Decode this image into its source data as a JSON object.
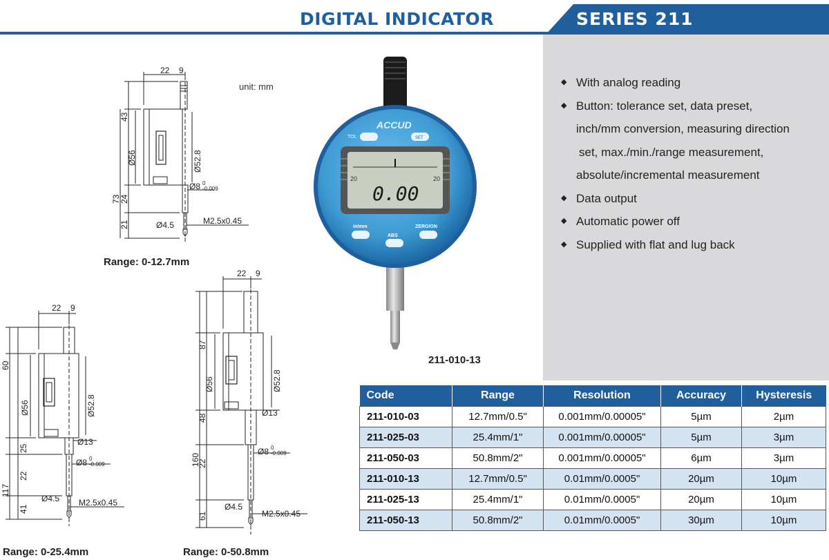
{
  "header": {
    "title": "DIGITAL INDICATOR",
    "series": "SERIES 211"
  },
  "unit_note": "unit: mm",
  "features": [
    {
      "lines": [
        "With analog reading"
      ]
    },
    {
      "lines": [
        "Button: tolerance set, data preset,",
        "inch/mm conversion, measuring direction",
        "set, max./min./range measurement,",
        "absolute/incremental measurement"
      ]
    },
    {
      "lines": [
        "Data output"
      ]
    },
    {
      "lines": [
        "Automatic power off"
      ]
    },
    {
      "lines": [
        "Supplied with flat and lug back"
      ]
    }
  ],
  "product": {
    "model": "211-010-13",
    "brand": "ACCUD",
    "display": "0.00",
    "scale_left": "20",
    "scale_right": "20",
    "buttons": [
      "TOL",
      "SET",
      "in/mm",
      "ABS",
      "ZERO/ON"
    ]
  },
  "drawings": [
    {
      "caption": "Range: 0-12.7mm",
      "dims": [
        "22",
        "9",
        "43",
        "Ø56",
        "Ø52.8",
        "73",
        "24",
        "21",
        "Ø8",
        "0",
        "-0.009",
        "Ø4.5",
        "M2.5x0.45"
      ]
    },
    {
      "caption": "Range: 0-25.4mm",
      "dims": [
        "22",
        "9",
        "60",
        "Ø56",
        "Ø52.8",
        "25",
        "Ø13",
        "117",
        "22",
        "Ø8",
        "0",
        "-0.009",
        "41",
        "Ø4.5",
        "M2.5x0.45"
      ]
    },
    {
      "caption": "Range: 0-50.8mm",
      "dims": [
        "22",
        "9",
        "87",
        "Ø56",
        "Ø52.8",
        "48",
        "Ø13",
        "160",
        "22",
        "Ø8",
        "0",
        "-0.009",
        "61",
        "Ø4.5",
        "M2.5x0.45"
      ]
    }
  ],
  "table": {
    "headers": [
      "Code",
      "Range",
      "Resolution",
      "Accuracy",
      "Hysteresis"
    ],
    "rows": [
      [
        "211-010-03",
        "12.7mm/0.5\"",
        "0.001mm/0.00005\"",
        "5µm",
        "2µm"
      ],
      [
        "211-025-03",
        "25.4mm/1\"",
        "0.001mm/0.00005\"",
        "5µm",
        "3µm"
      ],
      [
        "211-050-03",
        "50.8mm/2\"",
        "0.001mm/0.00005\"",
        "6µm",
        "3µm"
      ],
      [
        "211-010-13",
        "12.7mm/0.5\"",
        "0.01mm/0.0005\"",
        "20µm",
        "10µm"
      ],
      [
        "211-025-13",
        "25.4mm/1\"",
        "0.01mm/0.0005\"",
        "20µm",
        "10µm"
      ],
      [
        "211-050-13",
        "50.8mm/2\"",
        "0.01mm/0.0005\"",
        "30µm",
        "10µm"
      ]
    ]
  },
  "colors": {
    "brand": "#1f5f9e",
    "panel": "#d9d9db",
    "row_alt": "#d4e3f2",
    "dial": "#3f9ad4"
  }
}
